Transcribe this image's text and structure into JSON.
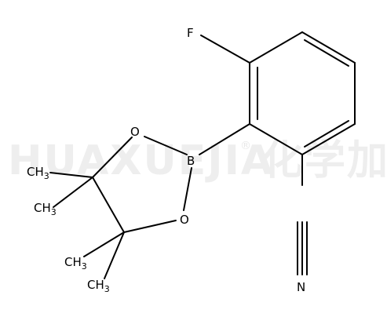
{
  "watermark": {
    "text": "HUAXUEJIA",
    "registered": "®",
    "cjk": "化学加",
    "color": "#eeeeee"
  },
  "molecule": {
    "atoms": {
      "fluorine": "F",
      "boron": "B",
      "oxygen_top": "O",
      "oxygen_bottom": "O",
      "nitrogen": "N"
    },
    "methyl_groups": [
      {
        "main": "CH",
        "sub": "3"
      },
      {
        "main": "CH",
        "sub": "3"
      },
      {
        "main": "CH",
        "sub": "3"
      },
      {
        "main": "CH",
        "sub": "3"
      }
    ],
    "bond_color": "#000000"
  }
}
